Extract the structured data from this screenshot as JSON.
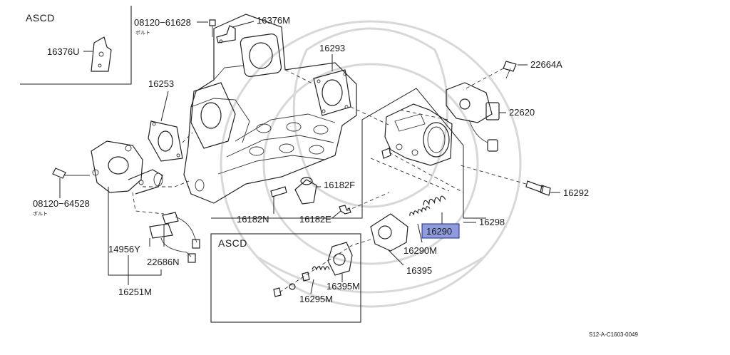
{
  "diagram": {
    "sections": {
      "asc_top": "ASCD",
      "asc_box": "ASCD"
    },
    "parts": {
      "p08120_61628": "08120−61628",
      "p08120_61628_sub": "ボルト",
      "p16376M": "16376M",
      "p16376U": "16376U",
      "p16293": "16293",
      "p16253": "16253",
      "p22664A": "22664A",
      "p22620": "22620",
      "p16182F": "16182F",
      "p16182N": "16182N",
      "p16182E": "16182E",
      "p16298": "16298",
      "p16292": "16292",
      "p08120_64528": "08120−64528",
      "p08120_64528_sub": "ボルト",
      "p16290": "16290",
      "p16290M": "16290M",
      "p14956Y": "14956Y",
      "p22686N": "22686N",
      "p16395": "16395",
      "p16395M": "16395M",
      "p16295M": "16295M",
      "p16251M": "16251M"
    },
    "highlight_color": "#8f9bdc",
    "drawing_code": "S12-A-C1603-0049"
  }
}
